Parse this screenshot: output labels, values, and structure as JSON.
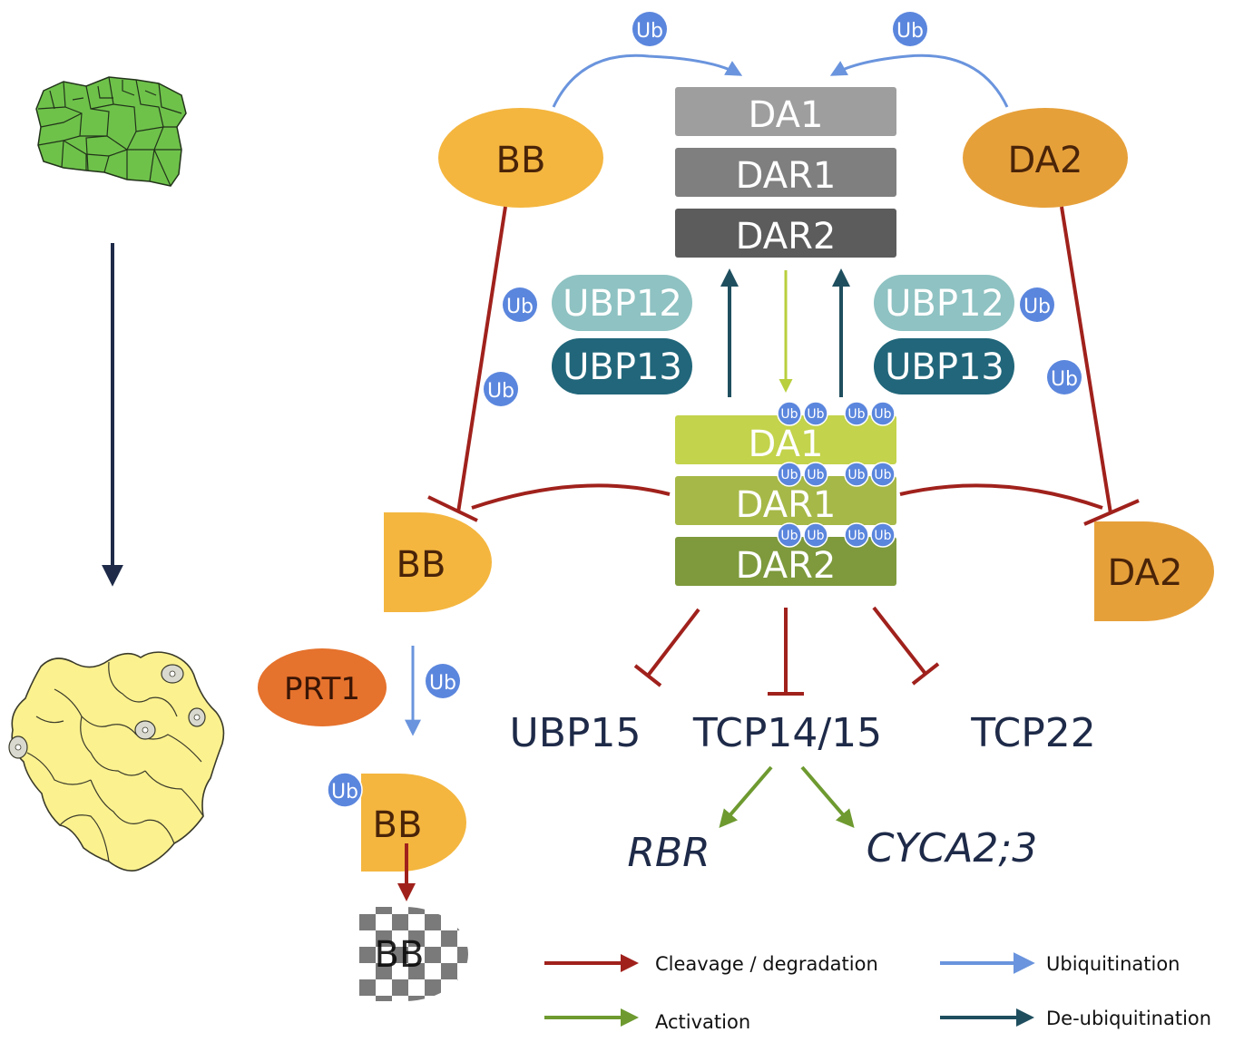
{
  "proteins": {
    "bb": "BB",
    "da2": "DA2",
    "da1": "DA1",
    "dar1": "DAR1",
    "dar2": "DAR2",
    "ubp12": "UBP12",
    "ubp13": "UBP13",
    "prt1": "PRT1",
    "ub": "Ub"
  },
  "targets": {
    "ubp15": "UBP15",
    "tcp14_15": "TCP14/15",
    "tcp22": "TCP22",
    "rbr": "RBR",
    "cyca": "CYCA2;3"
  },
  "legend": {
    "cleavage": "Cleavage / degradation",
    "ubiquitination": "Ubiquitination",
    "activation": "Activation",
    "deubiquitination": "De-ubiquitination"
  },
  "colors": {
    "cleavage": "#a0211c",
    "ubiquitination": "#6a94dd",
    "activation": "#6e9a30",
    "deubiquitination": "#1f4f5f",
    "ub_badge": "#5b86dd",
    "bb": "#f4b63f",
    "da2": "#e6a03a",
    "prt1": "#e5722d"
  }
}
